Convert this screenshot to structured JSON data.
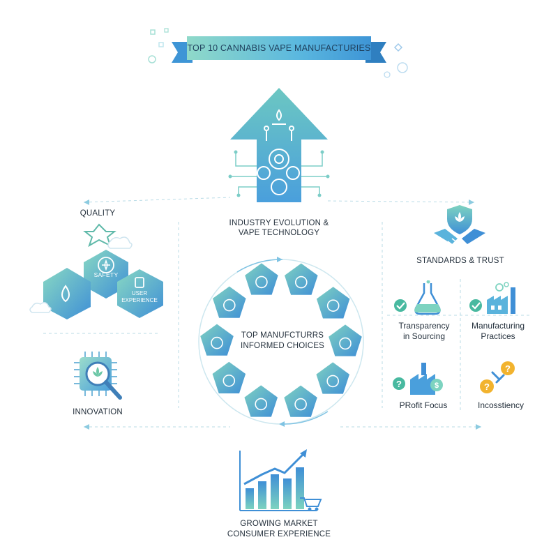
{
  "title": "TOP 10 CANNABIS VAPE MANUFACTURIES",
  "top": {
    "label_line1": "INDUSTRY EVOLUTION &",
    "label_line2": "VAPE TECHNOLOGY"
  },
  "center": {
    "line1": "TOP MANUFCTURRS",
    "line2": "INFORMED CHOICES"
  },
  "left": {
    "quality": "QUALITY",
    "safety": "SAFETY",
    "user_experience_1": "USER",
    "user_experience_2": "EXPERIENCE",
    "innovation": "INNOVATION"
  },
  "right": {
    "standards": "STANDARDS & TRUST",
    "transparency_1": "Transparency",
    "transparency_2": "in Sourcing",
    "manufacturing_1": "Manufacturing",
    "manufacturing_2": "Practices",
    "profit": "PRofit Focus",
    "inconsistency": "Incosstiency"
  },
  "bottom": {
    "line1": "GROWING MARKET",
    "line2": "CONSUMER EXPERIENCE"
  },
  "colors": {
    "teal": "#7dd3c0",
    "blue": "#3f8fd6",
    "mid": "#5ab3dc",
    "text": "#25313d"
  }
}
